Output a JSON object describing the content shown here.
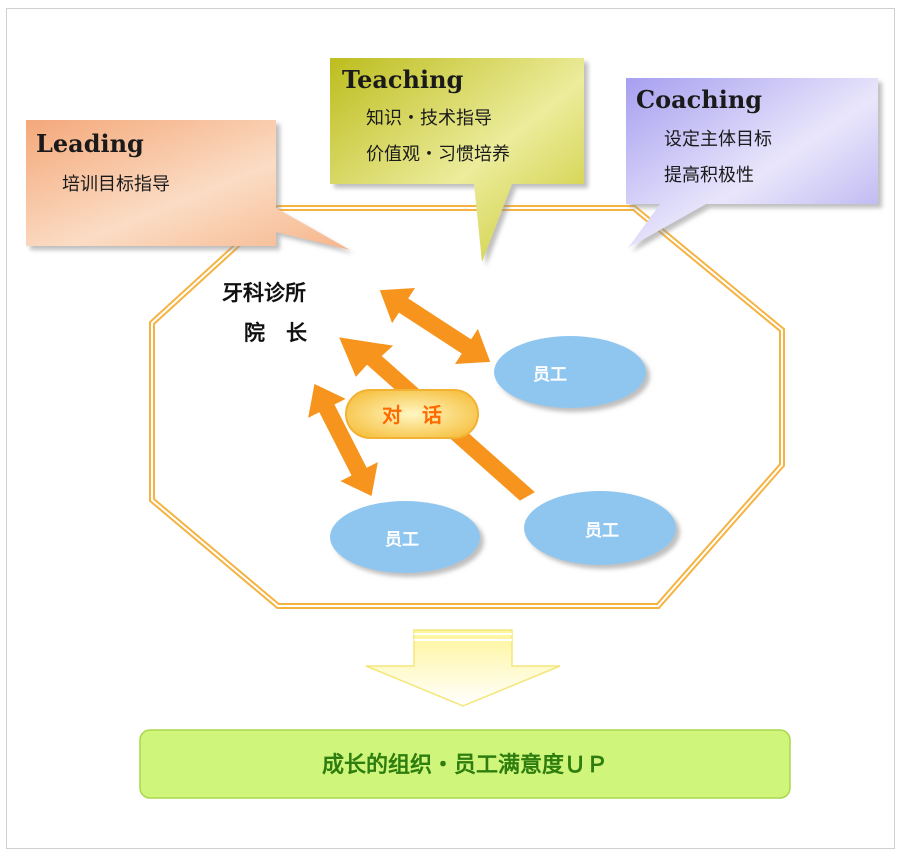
{
  "callouts": {
    "leading": {
      "title": "Leading",
      "lines": [
        "培训目标指导"
      ]
    },
    "teaching": {
      "title": "Teaching",
      "lines": [
        "知识・技术指导",
        "价值观・习惯培养"
      ]
    },
    "coaching": {
      "title": "Coaching",
      "lines": [
        "设定主体目标",
        "提高积极性"
      ]
    }
  },
  "director": {
    "line1": "牙科诊所",
    "line2": "院　长"
  },
  "dialog": {
    "label": "对　话"
  },
  "staff": [
    {
      "label": "员工"
    },
    {
      "label": "员工"
    },
    {
      "label": "员工"
    }
  ],
  "result": {
    "label": "成长的组织・员工满意度ＵＰ"
  },
  "colors": {
    "leading_fill": "#f7b98f",
    "teaching_fill": "#c9c92a",
    "coaching_fill": "#b9b3f0",
    "octagon_stroke": "#f5b342",
    "arrow": "#f7941d",
    "staff_fill": "#8fc6f0",
    "result_fill": "#cff57a",
    "result_text": "#2e7d0f"
  }
}
